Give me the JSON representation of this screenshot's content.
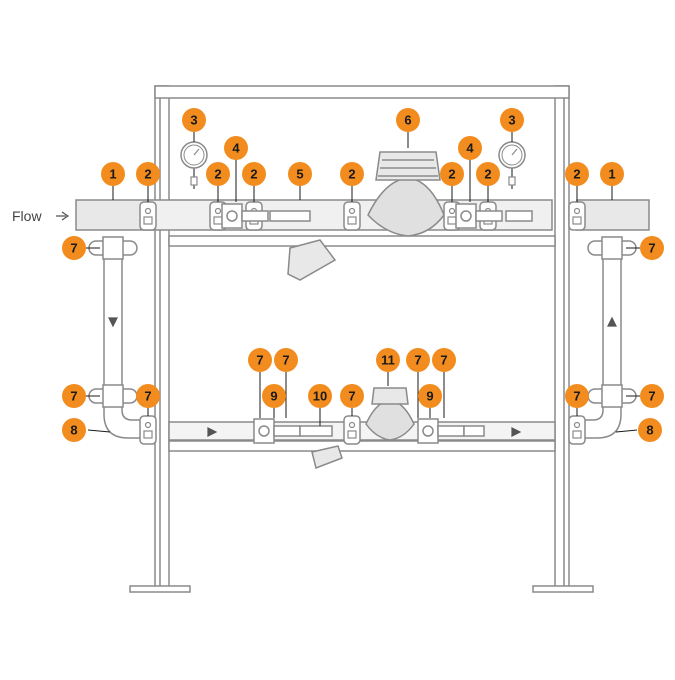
{
  "diagram": {
    "flow_label": "Flow",
    "colors": {
      "accent": "#f28c1e",
      "line": "#8a8a8a",
      "fill": "#e8e8e8",
      "text": "#1a1a1a"
    },
    "callouts": [
      "1",
      "2",
      "3",
      "4",
      "5",
      "6",
      "7",
      "8",
      "9",
      "10",
      "11"
    ],
    "label_list": [
      "1",
      "2",
      "3",
      "2",
      "4",
      "2",
      "5",
      "2",
      "6",
      "2",
      "3",
      "4",
      "2",
      "2",
      "1",
      "7",
      "7",
      "7",
      "7",
      "11",
      "7",
      "7",
      "7",
      "7",
      "8",
      "9",
      "10",
      "7",
      "9",
      "7",
      "7",
      "8"
    ]
  }
}
